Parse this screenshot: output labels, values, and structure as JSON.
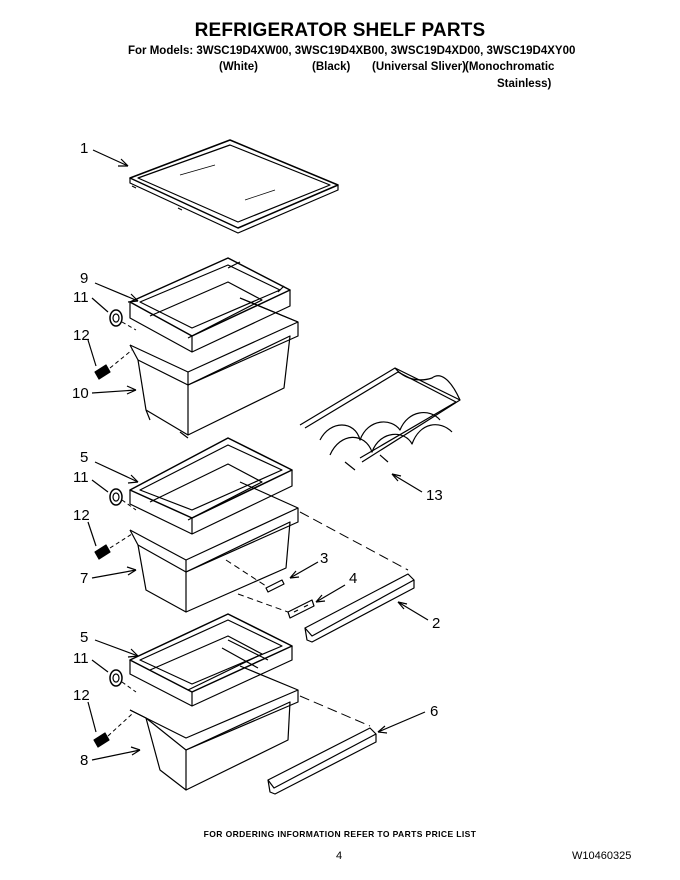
{
  "header": {
    "title": "REFRIGERATOR SHELF PARTS",
    "models_line": "For Models: 3WSC19D4XW00, 3WSC19D4XB00, 3WSC19D4XD00, 3WSC19D4XY00",
    "finishes": [
      "(White)",
      "(Black)",
      "(Universal Sliver)",
      "(Monochromatic",
      "Stainless)"
    ]
  },
  "callouts": [
    "1",
    "9",
    "11",
    "12",
    "10",
    "5",
    "11",
    "12",
    "7",
    "3",
    "4",
    "2",
    "13",
    "5",
    "11",
    "12",
    "8",
    "6"
  ],
  "footer": {
    "ordering_note": "FOR ORDERING INFORMATION REFER TO PARTS PRICE LIST",
    "page_number": "4",
    "document_number": "W10460325"
  }
}
